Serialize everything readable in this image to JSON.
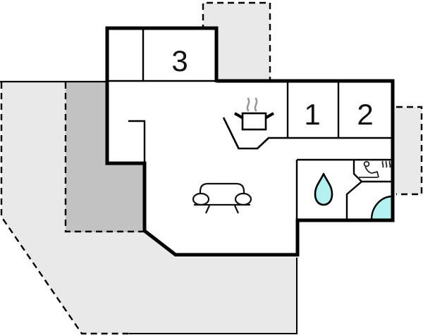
{
  "plan": {
    "type": "holiday-home floor plan",
    "rooms": [
      {
        "id": "room-1",
        "label": "1"
      },
      {
        "id": "room-2",
        "label": "2"
      },
      {
        "id": "room-3",
        "label": "3"
      }
    ],
    "icons": {
      "kitchen": "stove-pot-with-steam-icon",
      "living_room": "sofa-icon",
      "bathroom": "water-drop-icon",
      "sauna": "sauna-person-heat-icon",
      "shower": "shower-quarter-circle-icon"
    },
    "colors": {
      "terrace_light": "#e9e9e9",
      "terrace_dark": "#c2c2c2",
      "water": "#b5f0f0",
      "wall": "#000000",
      "floor": "#ffffff",
      "steam_gray": "#9a9a9a"
    }
  }
}
